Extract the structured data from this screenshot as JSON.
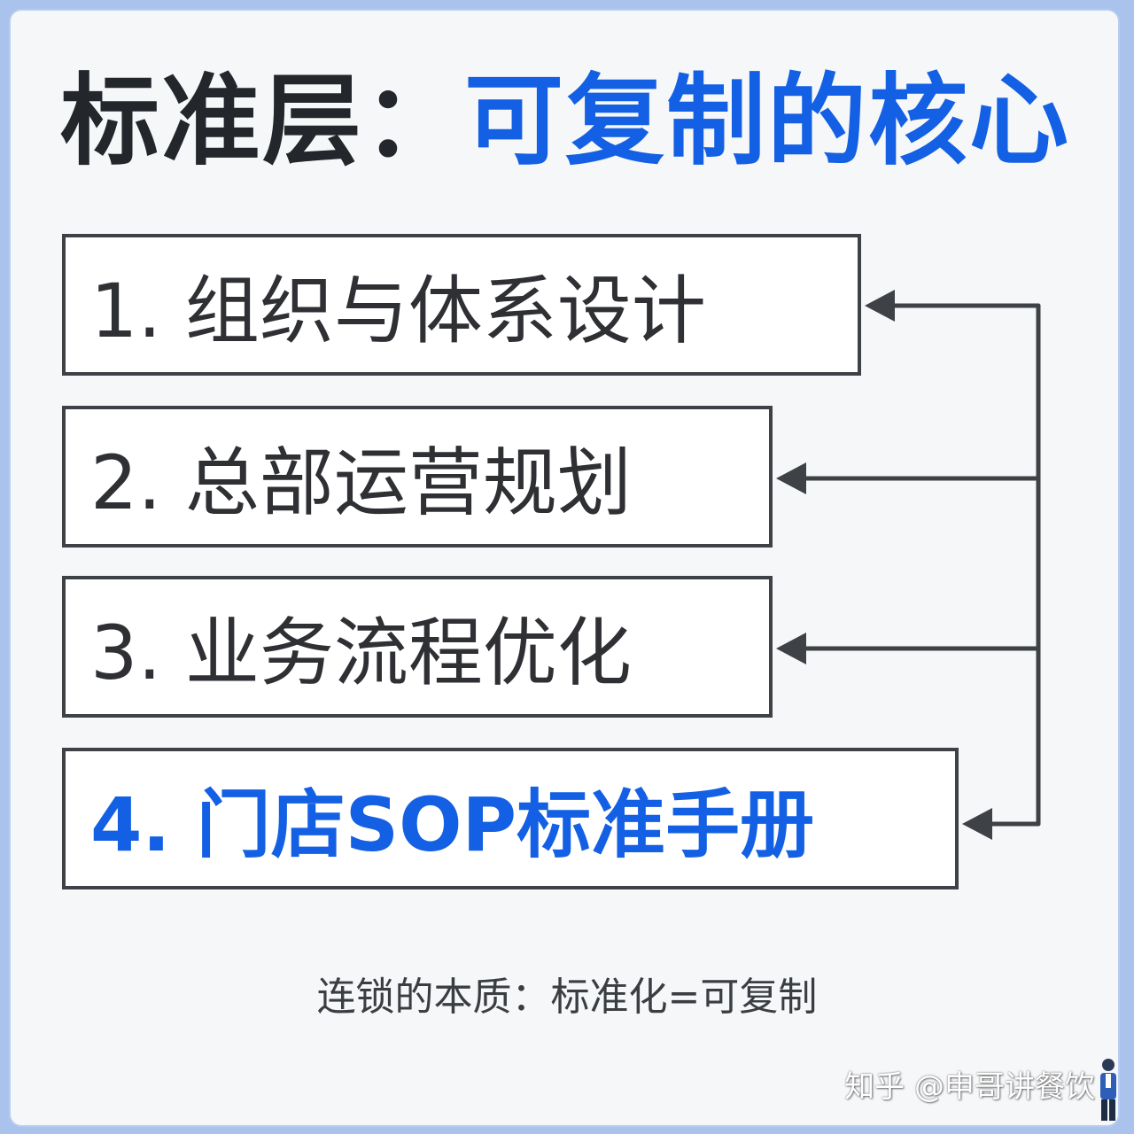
{
  "title": {
    "prefix": "标准层：",
    "highlight": "可复制的核心"
  },
  "steps": [
    {
      "label": "1. 组织与体系设计"
    },
    {
      "label": "2. 总部运营规划"
    },
    {
      "label": "3. 业务流程优化"
    },
    {
      "label": "4. 门店SOP标准手册"
    }
  ],
  "footer": {
    "text": "连锁的本质：标准化=可复制"
  },
  "watermark": {
    "text": "知乎 @申哥讲餐饮"
  },
  "colors": {
    "accent": "#1460e4",
    "text": "#2e3034",
    "border": "#3e4145",
    "frame": "#a9c3ec"
  }
}
